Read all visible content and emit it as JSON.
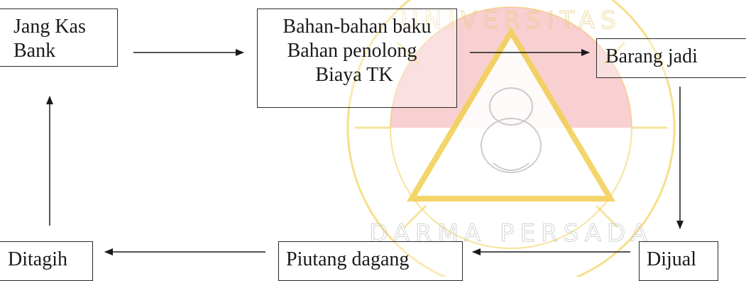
{
  "diagram": {
    "nodes": {
      "uang_kas": {
        "lines": [
          "Jang Kas",
          "Bank"
        ]
      },
      "bahan": {
        "lines": [
          "Bahan-bahan baku",
          "Bahan penolong",
          "Biaya TK"
        ]
      },
      "barang_jadi": {
        "lines": [
          "Barang jadi"
        ]
      },
      "dijual": {
        "lines": [
          "Dijual"
        ]
      },
      "piutang": {
        "lines": [
          "Piutang dagang"
        ]
      },
      "ditagih": {
        "lines": [
          "Ditagih"
        ]
      }
    },
    "edges": [
      {
        "from": "uang_kas",
        "to": "bahan"
      },
      {
        "from": "bahan",
        "to": "barang_jadi"
      },
      {
        "from": "barang_jadi",
        "to": "dijual"
      },
      {
        "from": "dijual",
        "to": "piutang"
      },
      {
        "from": "piutang",
        "to": "ditagih"
      },
      {
        "from": "ditagih",
        "to": "uang_kas"
      }
    ]
  },
  "watermark": {
    "top_text": "UNIVERSITAS",
    "bottom_text": "DARMA PERSADA",
    "colors": {
      "gold": "#f2d15a",
      "red": "#f4a9ac",
      "grey": "#d9d9d9"
    }
  },
  "colors": {
    "box_border": "#2a2a2a",
    "arrow": "#1a1a1a"
  }
}
